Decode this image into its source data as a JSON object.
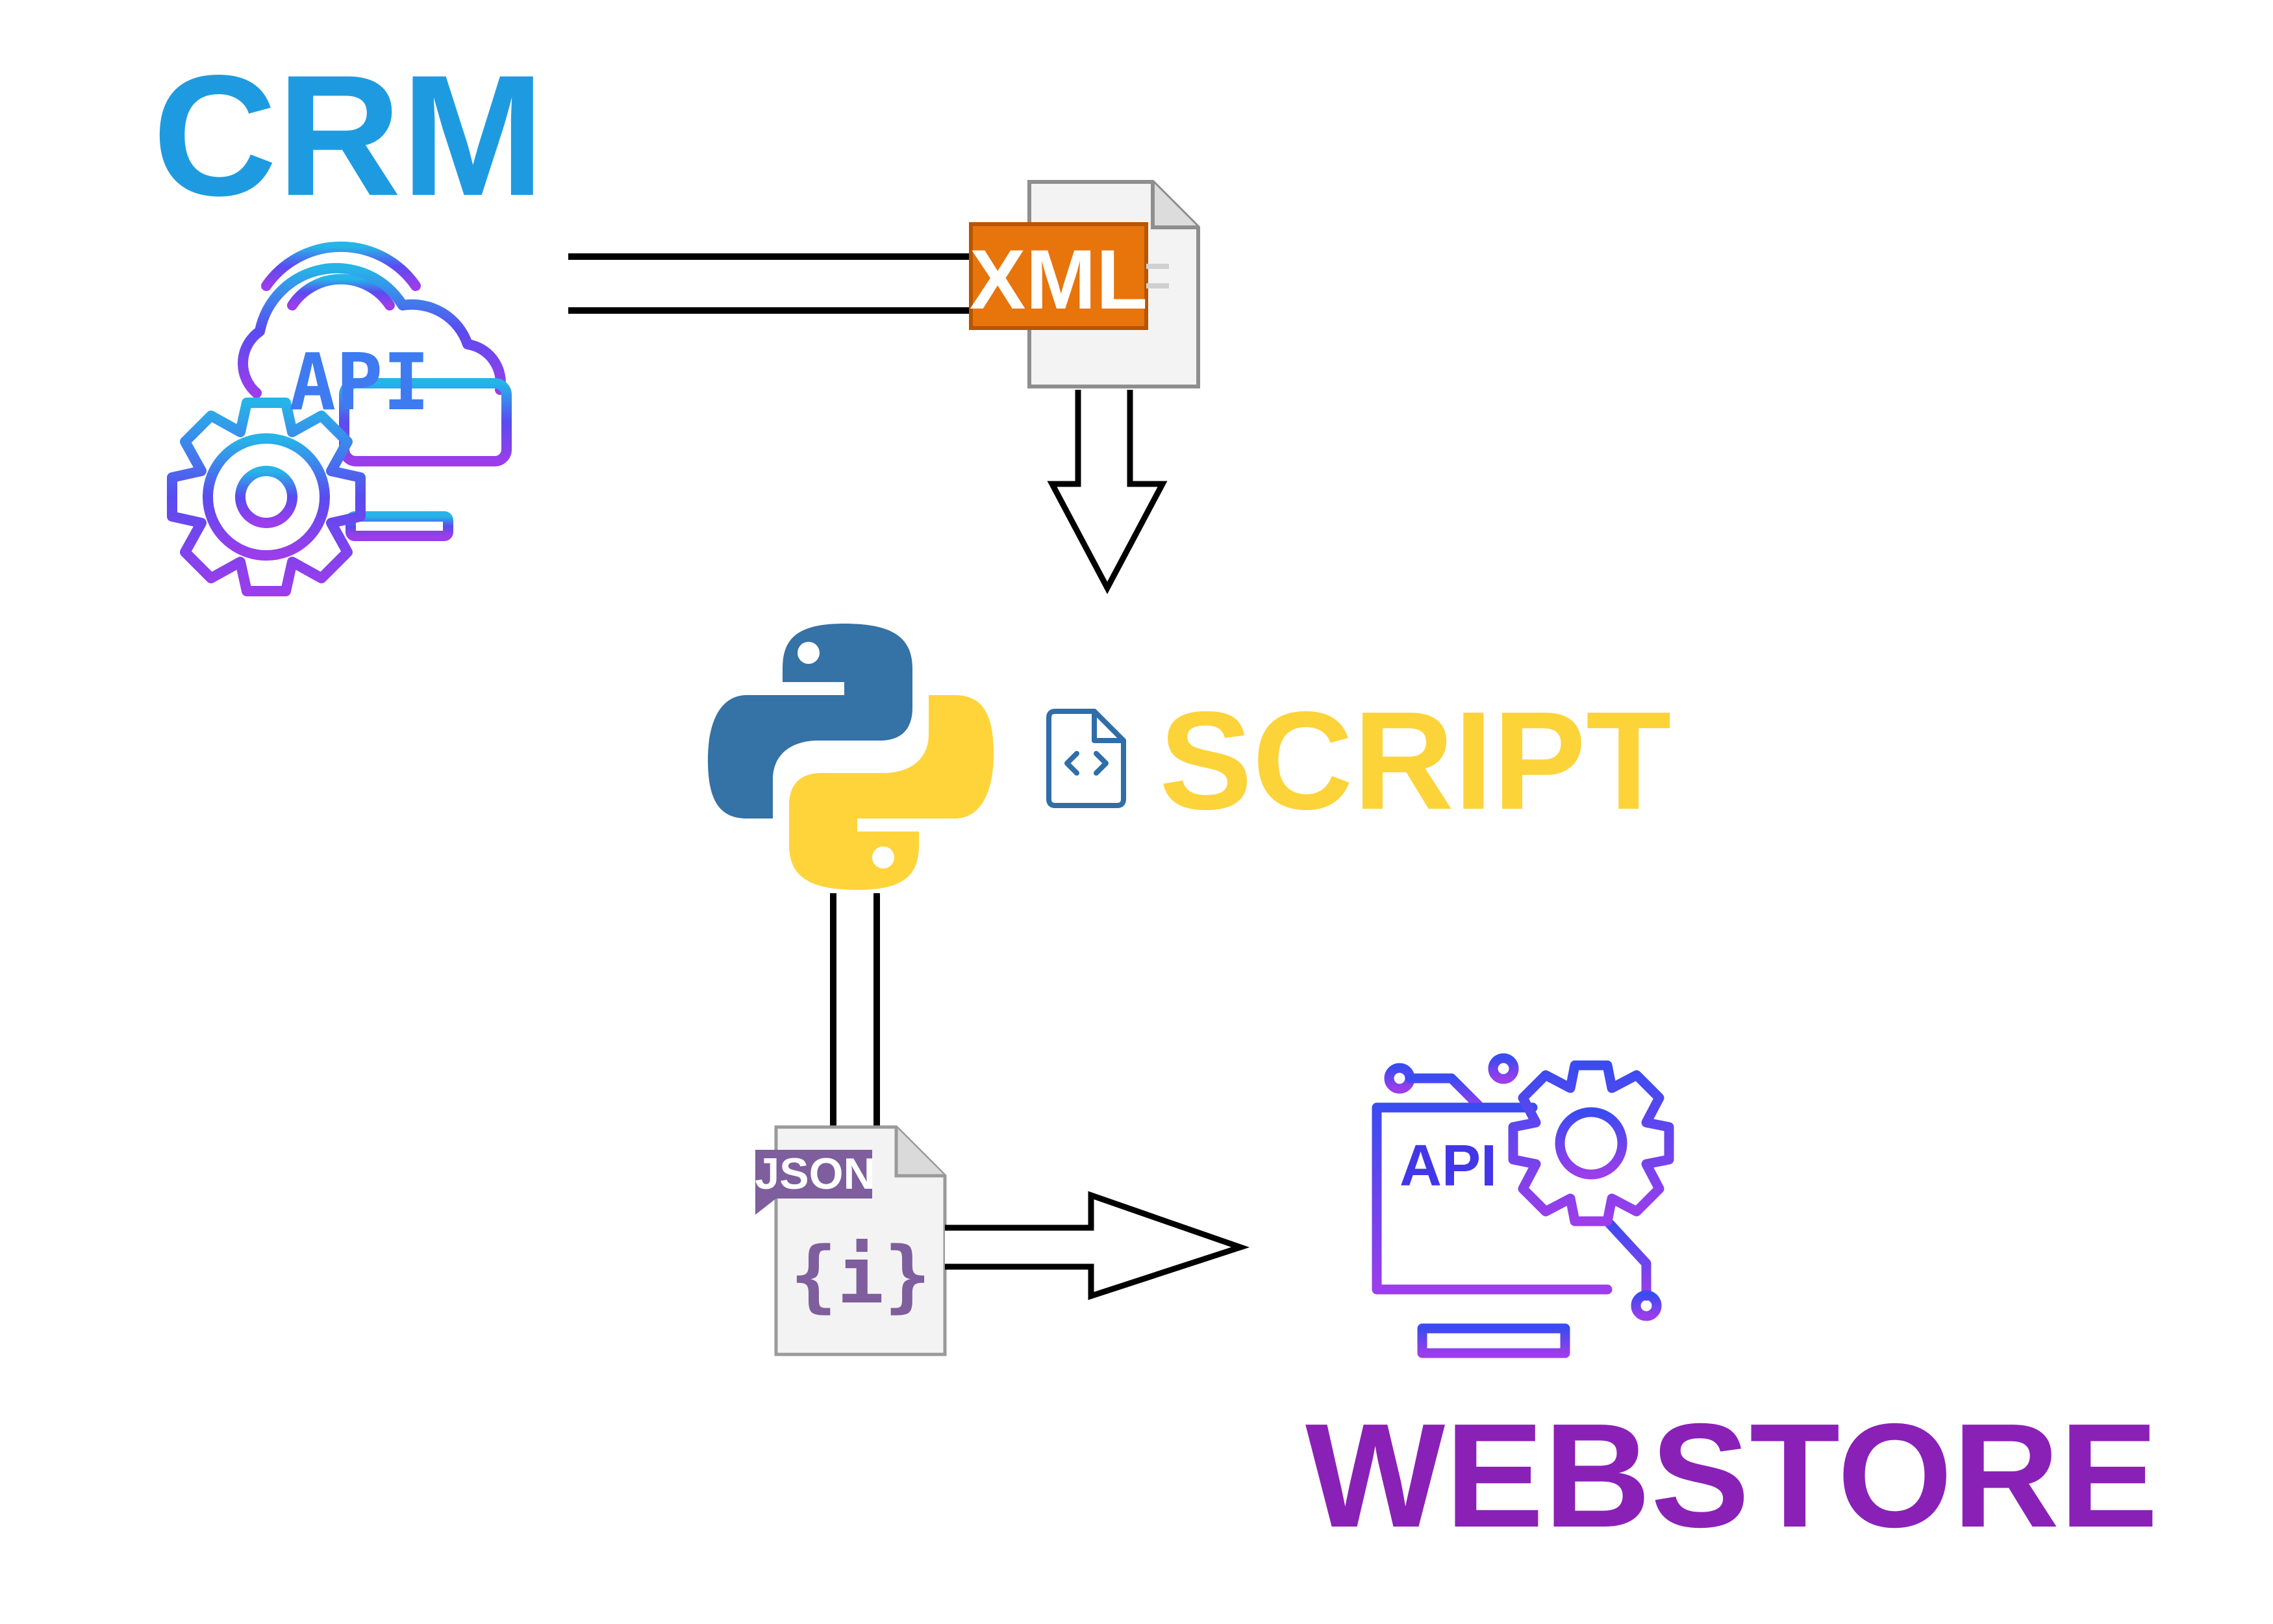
{
  "nodes": {
    "crm": {
      "label": "CRM",
      "icon": "cloud-api-gear-icon",
      "icon_text": "API"
    },
    "xml_file": {
      "badge": "XML",
      "icon": "xml-file-icon"
    },
    "script": {
      "label": "SCRIPT",
      "icon": "python-logo-icon",
      "file_icon": "code-file-icon"
    },
    "json_file": {
      "badge": "JSON",
      "body_glyph": "{i}",
      "icon": "json-file-icon"
    },
    "webstore": {
      "label": "WEBSTORE",
      "icon": "monitor-api-gear-icon",
      "icon_text": "API"
    }
  },
  "edges": [
    {
      "from": "crm",
      "to": "xml_file"
    },
    {
      "from": "xml_file",
      "to": "script"
    },
    {
      "from": "script",
      "to": "json_file"
    },
    {
      "from": "json_file",
      "to": "webstore"
    }
  ],
  "colors": {
    "crm": "#1E9BE0",
    "script": "#FDD33A",
    "webstore": "#8A21B7",
    "xml_badge": "#E8740C",
    "json_badge": "#7E5E9C",
    "python_blue": "#3572A5",
    "python_yellow": "#FFD43B",
    "icon_gradient_start": "#26B4E8",
    "icon_gradient_mid": "#5A4BF0",
    "icon_gradient_end": "#9B3DEA"
  }
}
